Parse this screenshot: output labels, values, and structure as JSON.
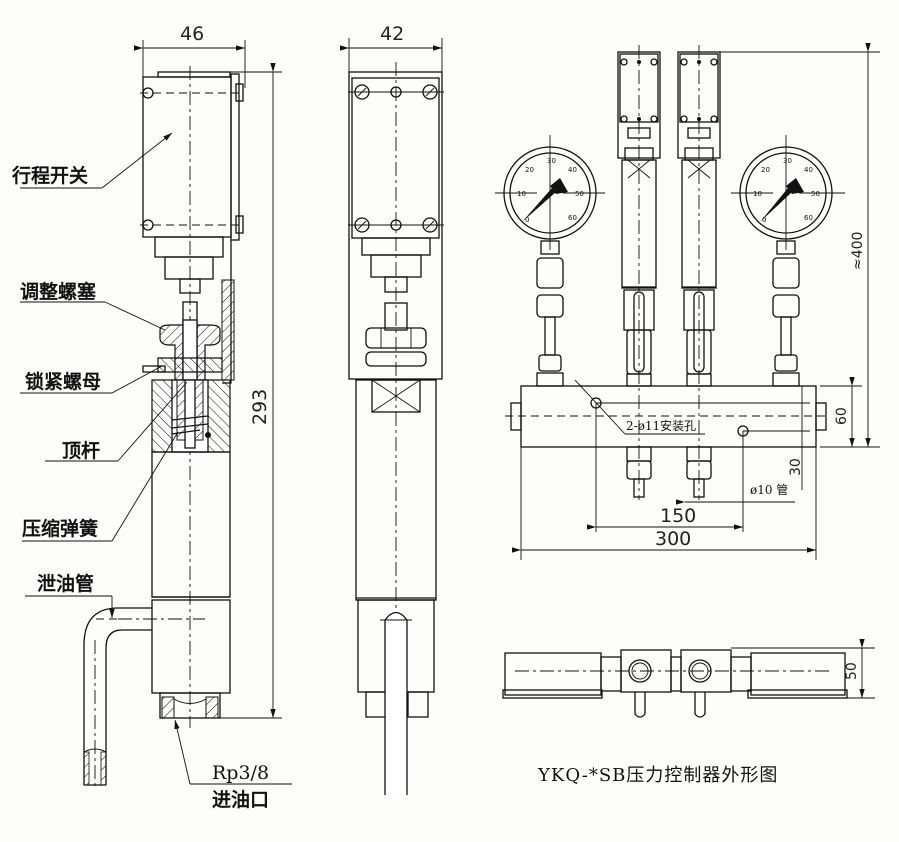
{
  "title": "YKQ-*SB压力控制器外形图",
  "side_view": {
    "width_dim": "46",
    "height_dim": "293",
    "labels": {
      "limit_switch": "行程开关",
      "adjust_plug": "调整螺塞",
      "lock_nut": "锁紧螺母",
      "push_rod": "顶杆",
      "spring": "压缩弹簧",
      "drain_pipe": "泄油管",
      "inlet_thread": "Rp3/8",
      "inlet": "进油口"
    }
  },
  "front_view": {
    "width_dim": "42"
  },
  "assembly_view": {
    "height_dim": "≈400",
    "block_height_dim": "60",
    "hole_label": "2-ø11安装孔",
    "offset_dim": "30",
    "pipe_label": "ø10 管",
    "hole_spacing_dim": "150",
    "total_length_dim": "300",
    "gauge_scale": [
      "0",
      "10",
      "20",
      "30",
      "40",
      "50",
      "60"
    ]
  },
  "top_view": {
    "height_dim": "50"
  }
}
